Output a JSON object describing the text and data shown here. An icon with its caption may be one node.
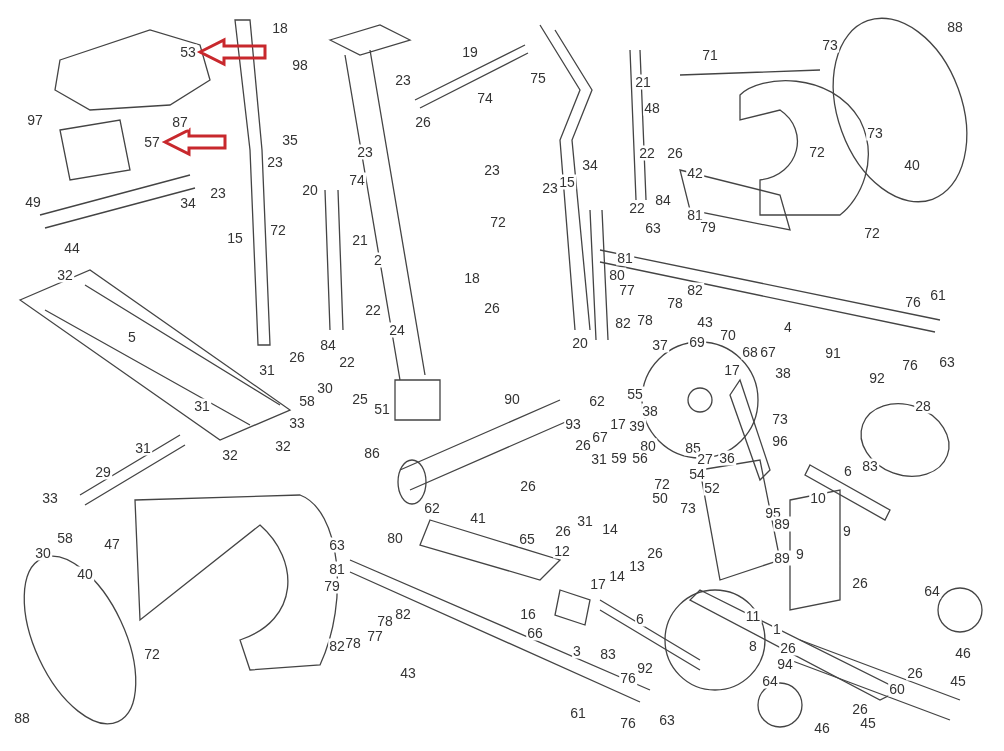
{
  "diagram": {
    "labels": [
      "18",
      "88",
      "73",
      "53",
      "19",
      "71",
      "98",
      "75",
      "23",
      "21",
      "74",
      "48",
      "97",
      "87",
      "26",
      "35",
      "57",
      "73",
      "23",
      "22",
      "26",
      "72",
      "23",
      "40",
      "34",
      "23",
      "42",
      "74",
      "15",
      "23",
      "20",
      "23",
      "84",
      "49",
      "34",
      "22",
      "81",
      "72",
      "79",
      "63",
      "72",
      "72",
      "15",
      "21",
      "44",
      "81",
      "2",
      "80",
      "32",
      "18",
      "77",
      "82",
      "61",
      "76",
      "78",
      "26",
      "22",
      "78",
      "43",
      "82",
      "4",
      "24",
      "70",
      "5",
      "69",
      "20",
      "84",
      "37",
      "68",
      "67",
      "91",
      "26",
      "22",
      "63",
      "76",
      "31",
      "17",
      "38",
      "92",
      "30",
      "55",
      "25",
      "90",
      "58",
      "62",
      "28",
      "31",
      "51",
      "38",
      "73",
      "33",
      "17",
      "93",
      "39",
      "67",
      "96",
      "26",
      "32",
      "80",
      "31",
      "85",
      "86",
      "32",
      "31",
      "59",
      "56",
      "27",
      "36",
      "83",
      "6",
      "29",
      "54",
      "72",
      "26",
      "52",
      "33",
      "50",
      "10",
      "73",
      "62",
      "95",
      "41",
      "31",
      "89",
      "14",
      "9",
      "26",
      "58",
      "80",
      "65",
      "47",
      "63",
      "12",
      "30",
      "26",
      "9",
      "89",
      "13",
      "81",
      "40",
      "14",
      "26",
      "17",
      "79",
      "64",
      "16",
      "82",
      "11",
      "6",
      "78",
      "1",
      "66",
      "77",
      "78",
      "82",
      "8",
      "26",
      "3",
      "72",
      "83",
      "46",
      "94",
      "92",
      "43",
      "26",
      "76",
      "64",
      "45",
      "60",
      "26",
      "61",
      "88",
      "63",
      "76",
      "45",
      "46"
    ]
  }
}
